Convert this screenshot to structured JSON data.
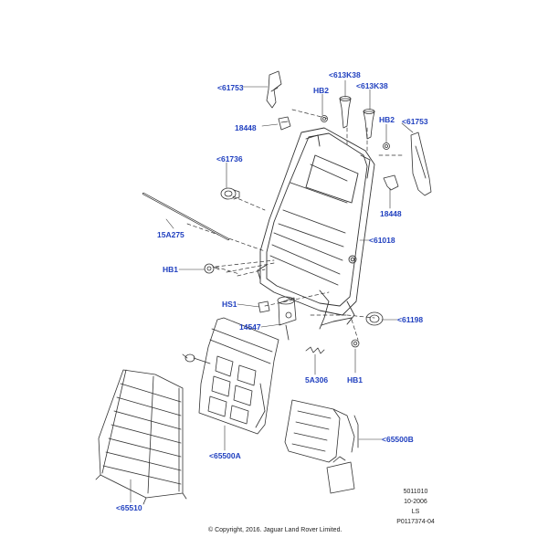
{
  "callouts": {
    "c61753_left": "<61753",
    "c613K38_a": "<613K38",
    "c613K38_b": "<613K38",
    "hb2_a": "HB2",
    "hb2_b": "HB2",
    "c61753_right": "<61753",
    "c18448_a": "18448",
    "c18448_b": "18448",
    "c61736": "<61736",
    "c15A275": "15A275",
    "c61018": "<61018",
    "hb1_a": "HB1",
    "hs1": "HS1",
    "c14547": "14547",
    "c61198": "<61198",
    "c5A306": "5A306",
    "hb1_b": "HB1",
    "c65500B": "<65500B",
    "c65500A": "<65500A",
    "c65510": "<65510"
  },
  "meta": {
    "ref_code": "5011010",
    "date": "10-2006",
    "initials": "LS",
    "part_ref": "P0117374-04",
    "copyright": "© Copyright, 2016. Jaguar Land Rover Limited."
  },
  "colors": {
    "callout_blue": "#1f3fbf",
    "line": "#333333"
  }
}
